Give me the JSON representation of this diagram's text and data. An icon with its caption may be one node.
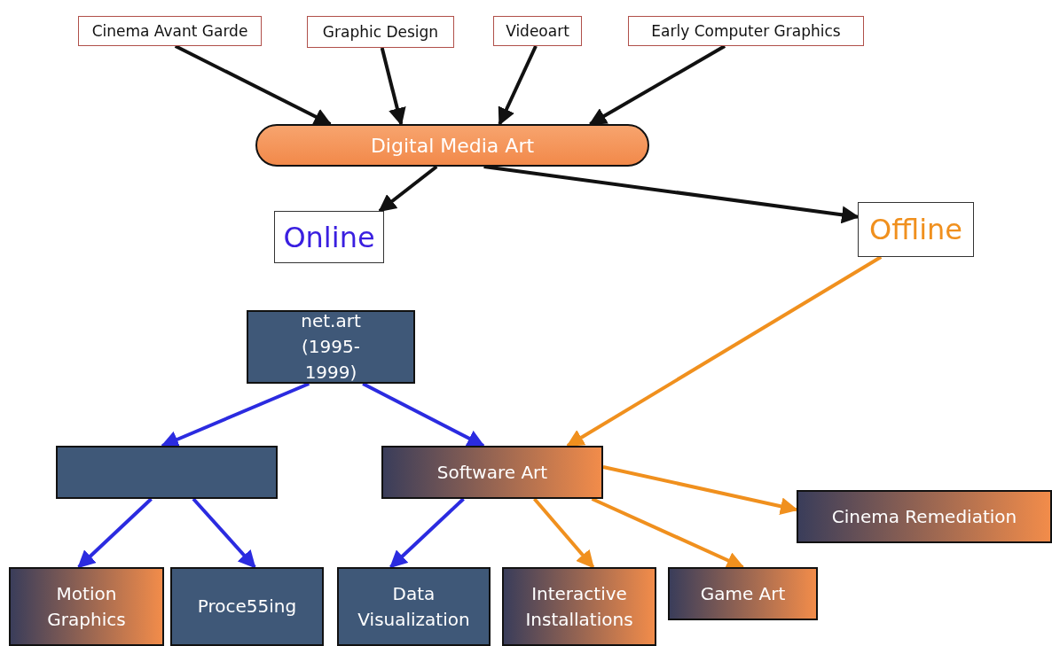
{
  "diagram": {
    "nodes": [
      {
        "text": [
          "Cinema Avant Garde"
        ]
      },
      {
        "text": [
          "Graphic Design"
        ]
      },
      {
        "text": [
          "Videoart"
        ]
      },
      {
        "text": [
          "Early Computer Graphics"
        ]
      },
      {
        "text": [
          "Digital Media Art"
        ]
      },
      {
        "text": [
          "Online"
        ]
      },
      {
        "text": [
          "Offline"
        ]
      },
      {
        "text": [
          "net.art (1995-1999)"
        ]
      },
      {
        "text": [],
        "shape": "box"
      },
      {
        "text": [
          "Software Art"
        ]
      },
      {
        "text": [
          "Cinema Remediation"
        ]
      },
      {
        "text": [
          "Motion Graphics"
        ]
      },
      {
        "text": [
          "Proce55ing"
        ]
      },
      {
        "text": [
          "Data Visualization"
        ]
      },
      {
        "text": [
          "Interactive Installations"
        ]
      },
      {
        "text": [
          "Game Art"
        ]
      }
    ],
    "edges": [
      {
        "from": 0,
        "to": 4,
        "arrow": "to"
      },
      {
        "from": 1,
        "to": 4,
        "arrow": "to"
      },
      {
        "from": 2,
        "to": 4,
        "arrow": "to"
      },
      {
        "from": 3,
        "to": 4,
        "arrow": "to"
      },
      {
        "from": 4,
        "to": 5,
        "arrow": "to"
      },
      {
        "from": 4,
        "to": 6,
        "arrow": "to"
      },
      {
        "from": 6,
        "to": 9,
        "arrow": "to",
        "color": "#f0901e"
      },
      {
        "from": 7,
        "to": 8,
        "arrow": "to",
        "color": "#2b2be0"
      },
      {
        "from": 7,
        "to": 9,
        "arrow": "to",
        "color": "#2b2be0"
      },
      {
        "from": 8,
        "to": 11,
        "arrow": "to",
        "color": "#2b2be0"
      },
      {
        "from": 8,
        "to": 12,
        "arrow": "to",
        "color": "#2b2be0"
      },
      {
        "from": 9,
        "to": 13,
        "arrow": "to",
        "color": "#2b2be0"
      },
      {
        "from": 9,
        "to": 14,
        "arrow": "to",
        "color": "#f0901e"
      },
      {
        "from": 9,
        "to": 15,
        "arrow": "to",
        "color": "#f0901e"
      },
      {
        "from": 9,
        "to": 10,
        "arrow": "to",
        "color": "#f0901e"
      }
    ]
  }
}
